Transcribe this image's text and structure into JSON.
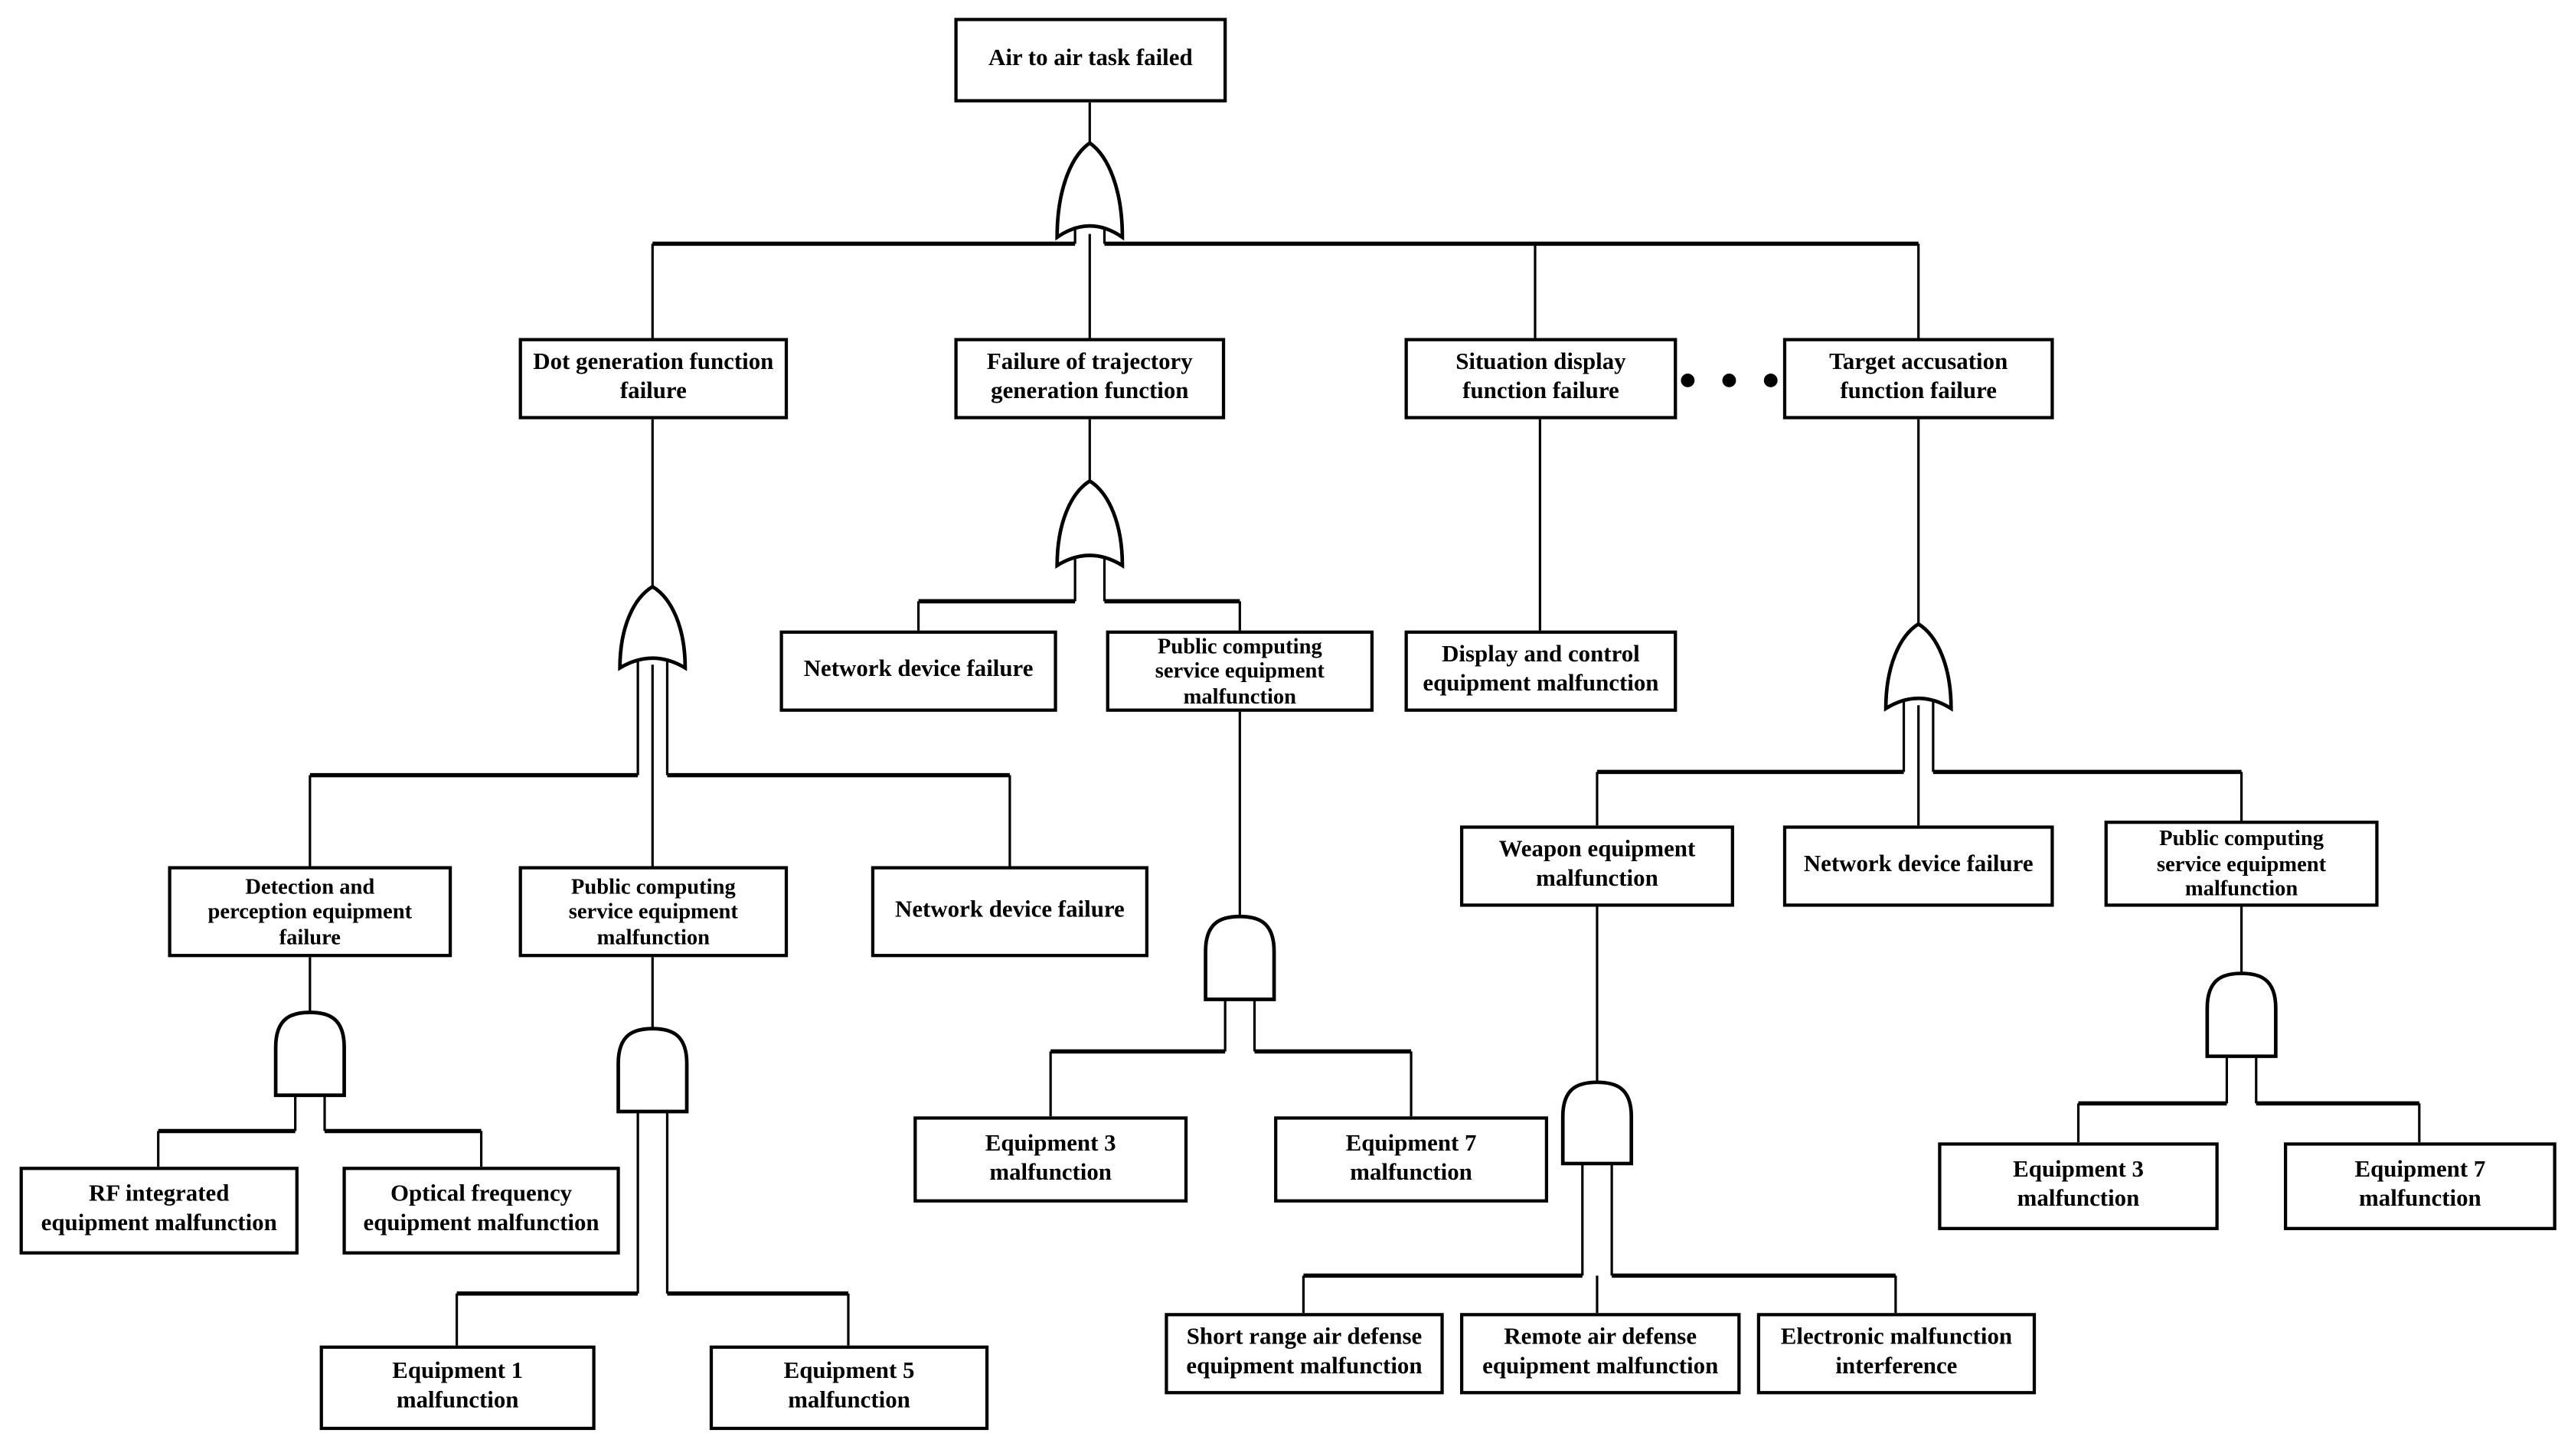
{
  "colors": {
    "line": "#000000",
    "background": "#ffffff"
  },
  "ellipsis": "● ● ●",
  "nodes": {
    "top_event": {
      "label": [
        "Air to air task failed"
      ]
    },
    "dot_gen": {
      "label": [
        "Dot generation function",
        "failure"
      ]
    },
    "trajectory": {
      "label": [
        "Failure of trajectory",
        "generation function"
      ]
    },
    "situation": {
      "label": [
        "Situation display",
        "function failure"
      ]
    },
    "target": {
      "label": [
        "Target accusation",
        "function failure"
      ]
    },
    "net_traj": {
      "label": [
        "Network device failure"
      ]
    },
    "pub_traj": {
      "label": [
        "Public computing",
        "service equipment",
        "malfunction"
      ]
    },
    "display_ctrl": {
      "label": [
        "Display and control",
        "equipment malfunction"
      ]
    },
    "detection": {
      "label": [
        "Detection and",
        "perception equipment",
        "failure"
      ]
    },
    "pub_dot": {
      "label": [
        "Public computing",
        "service equipment",
        "malfunction"
      ]
    },
    "net_dot": {
      "label": [
        "Network device failure"
      ]
    },
    "weapon": {
      "label": [
        "Weapon equipment",
        "malfunction"
      ]
    },
    "net_targ": {
      "label": [
        "Network device failure"
      ]
    },
    "pub_targ": {
      "label": [
        "Public computing",
        "service equipment",
        "malfunction"
      ]
    },
    "rf": {
      "label": [
        "RF integrated",
        "equipment malfunction"
      ]
    },
    "optical": {
      "label": [
        "Optical frequency",
        "equipment malfunction"
      ]
    },
    "eq1": {
      "label": [
        "Equipment 1",
        "malfunction"
      ]
    },
    "eq5": {
      "label": [
        "Equipment 5",
        "malfunction"
      ]
    },
    "eq3_traj": {
      "label": [
        "Equipment 3",
        "malfunction"
      ]
    },
    "eq7_traj": {
      "label": [
        "Equipment 7",
        "malfunction"
      ]
    },
    "short_range": {
      "label": [
        "Short range air defense",
        "equipment malfunction"
      ]
    },
    "remote": {
      "label": [
        "Remote air defense",
        "equipment malfunction"
      ]
    },
    "electronic": {
      "label": [
        "Electronic malfunction",
        "interference"
      ]
    },
    "eq3_targ": {
      "label": [
        "Equipment 3",
        "malfunction"
      ]
    },
    "eq7_targ": {
      "label": [
        "Equipment 7",
        "malfunction"
      ]
    }
  },
  "gates": {
    "top_event_gate": "OR",
    "dot_generation_gate": "OR",
    "trajectory_gate": "OR",
    "target_accusation_gate": "OR",
    "detection_gate": "AND",
    "public_computing_dot_gate": "AND",
    "public_computing_traj_gate": "AND",
    "weapon_gate": "AND",
    "public_computing_target_gate": "AND"
  }
}
